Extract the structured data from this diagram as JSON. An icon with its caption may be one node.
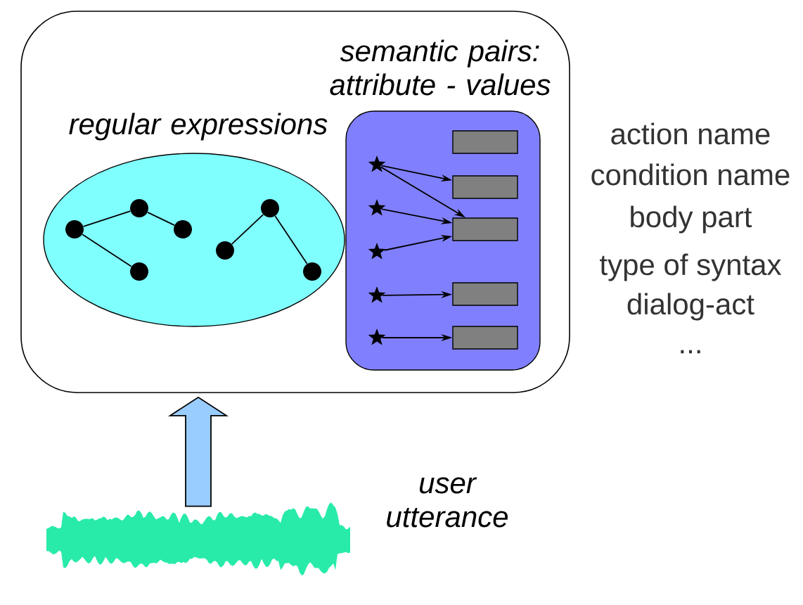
{
  "diagram": {
    "nodes": [
      {
        "text": [],
        "shape": "box"
      },
      {
        "text": [
          "regular expressions"
        ],
        "in": 0
      },
      {
        "text": [
          "semantic pairs: attribute - values"
        ],
        "in": 0
      },
      {
        "text": [],
        "shape": "circle",
        "in": 1
      },
      {
        "text": [],
        "shape": "circle",
        "in": 1
      },
      {
        "text": [],
        "shape": "circle",
        "in": 1
      },
      {
        "text": [],
        "shape": "circle",
        "in": 1
      },
      {
        "text": [],
        "shape": "circle",
        "in": 1
      },
      {
        "text": [],
        "shape": "circle",
        "in": 1
      },
      {
        "text": [],
        "shape": "circle",
        "in": 1
      },
      {
        "text": [],
        "shape": "star",
        "in": 2
      },
      {
        "text": [],
        "shape": "star",
        "in": 2
      },
      {
        "text": [],
        "shape": "star",
        "in": 2
      },
      {
        "text": [],
        "shape": "star",
        "in": 2
      },
      {
        "text": [],
        "shape": "star",
        "in": 2
      },
      {
        "text": [],
        "shape": "box",
        "in": 2
      },
      {
        "text": [],
        "shape": "box",
        "in": 2
      },
      {
        "text": [],
        "shape": "box",
        "in": 2
      },
      {
        "text": [],
        "shape": "box",
        "in": 2
      },
      {
        "text": [],
        "shape": "box",
        "in": 2
      },
      {
        "text": [],
        "shape": "picture",
        "beside": [
          "user utterance"
        ]
      }
    ],
    "edges": [
      {
        "from": 3,
        "to": 4,
        "arrow": "none"
      },
      {
        "from": 3,
        "to": 5,
        "arrow": "none"
      },
      {
        "from": 4,
        "to": 6,
        "arrow": "none"
      },
      {
        "from": 7,
        "to": 8,
        "arrow": "none"
      },
      {
        "from": 8,
        "to": 9,
        "arrow": "none"
      },
      {
        "from": 10,
        "to": 16,
        "arrow": "to"
      },
      {
        "from": 10,
        "to": 17,
        "arrow": "to"
      },
      {
        "from": 11,
        "to": 17,
        "arrow": "to"
      },
      {
        "from": 12,
        "to": 17,
        "arrow": "to"
      },
      {
        "from": 13,
        "to": 18,
        "arrow": "to"
      },
      {
        "from": 14,
        "to": 19,
        "arrow": "to"
      },
      {
        "from": 20,
        "to": 0,
        "arrow": "to",
        "style": "thick",
        "color": "#99ccff"
      }
    ],
    "labels": [
      "action name",
      "condition name",
      "body part",
      "type of syntax",
      "dialog-act",
      "..."
    ]
  }
}
